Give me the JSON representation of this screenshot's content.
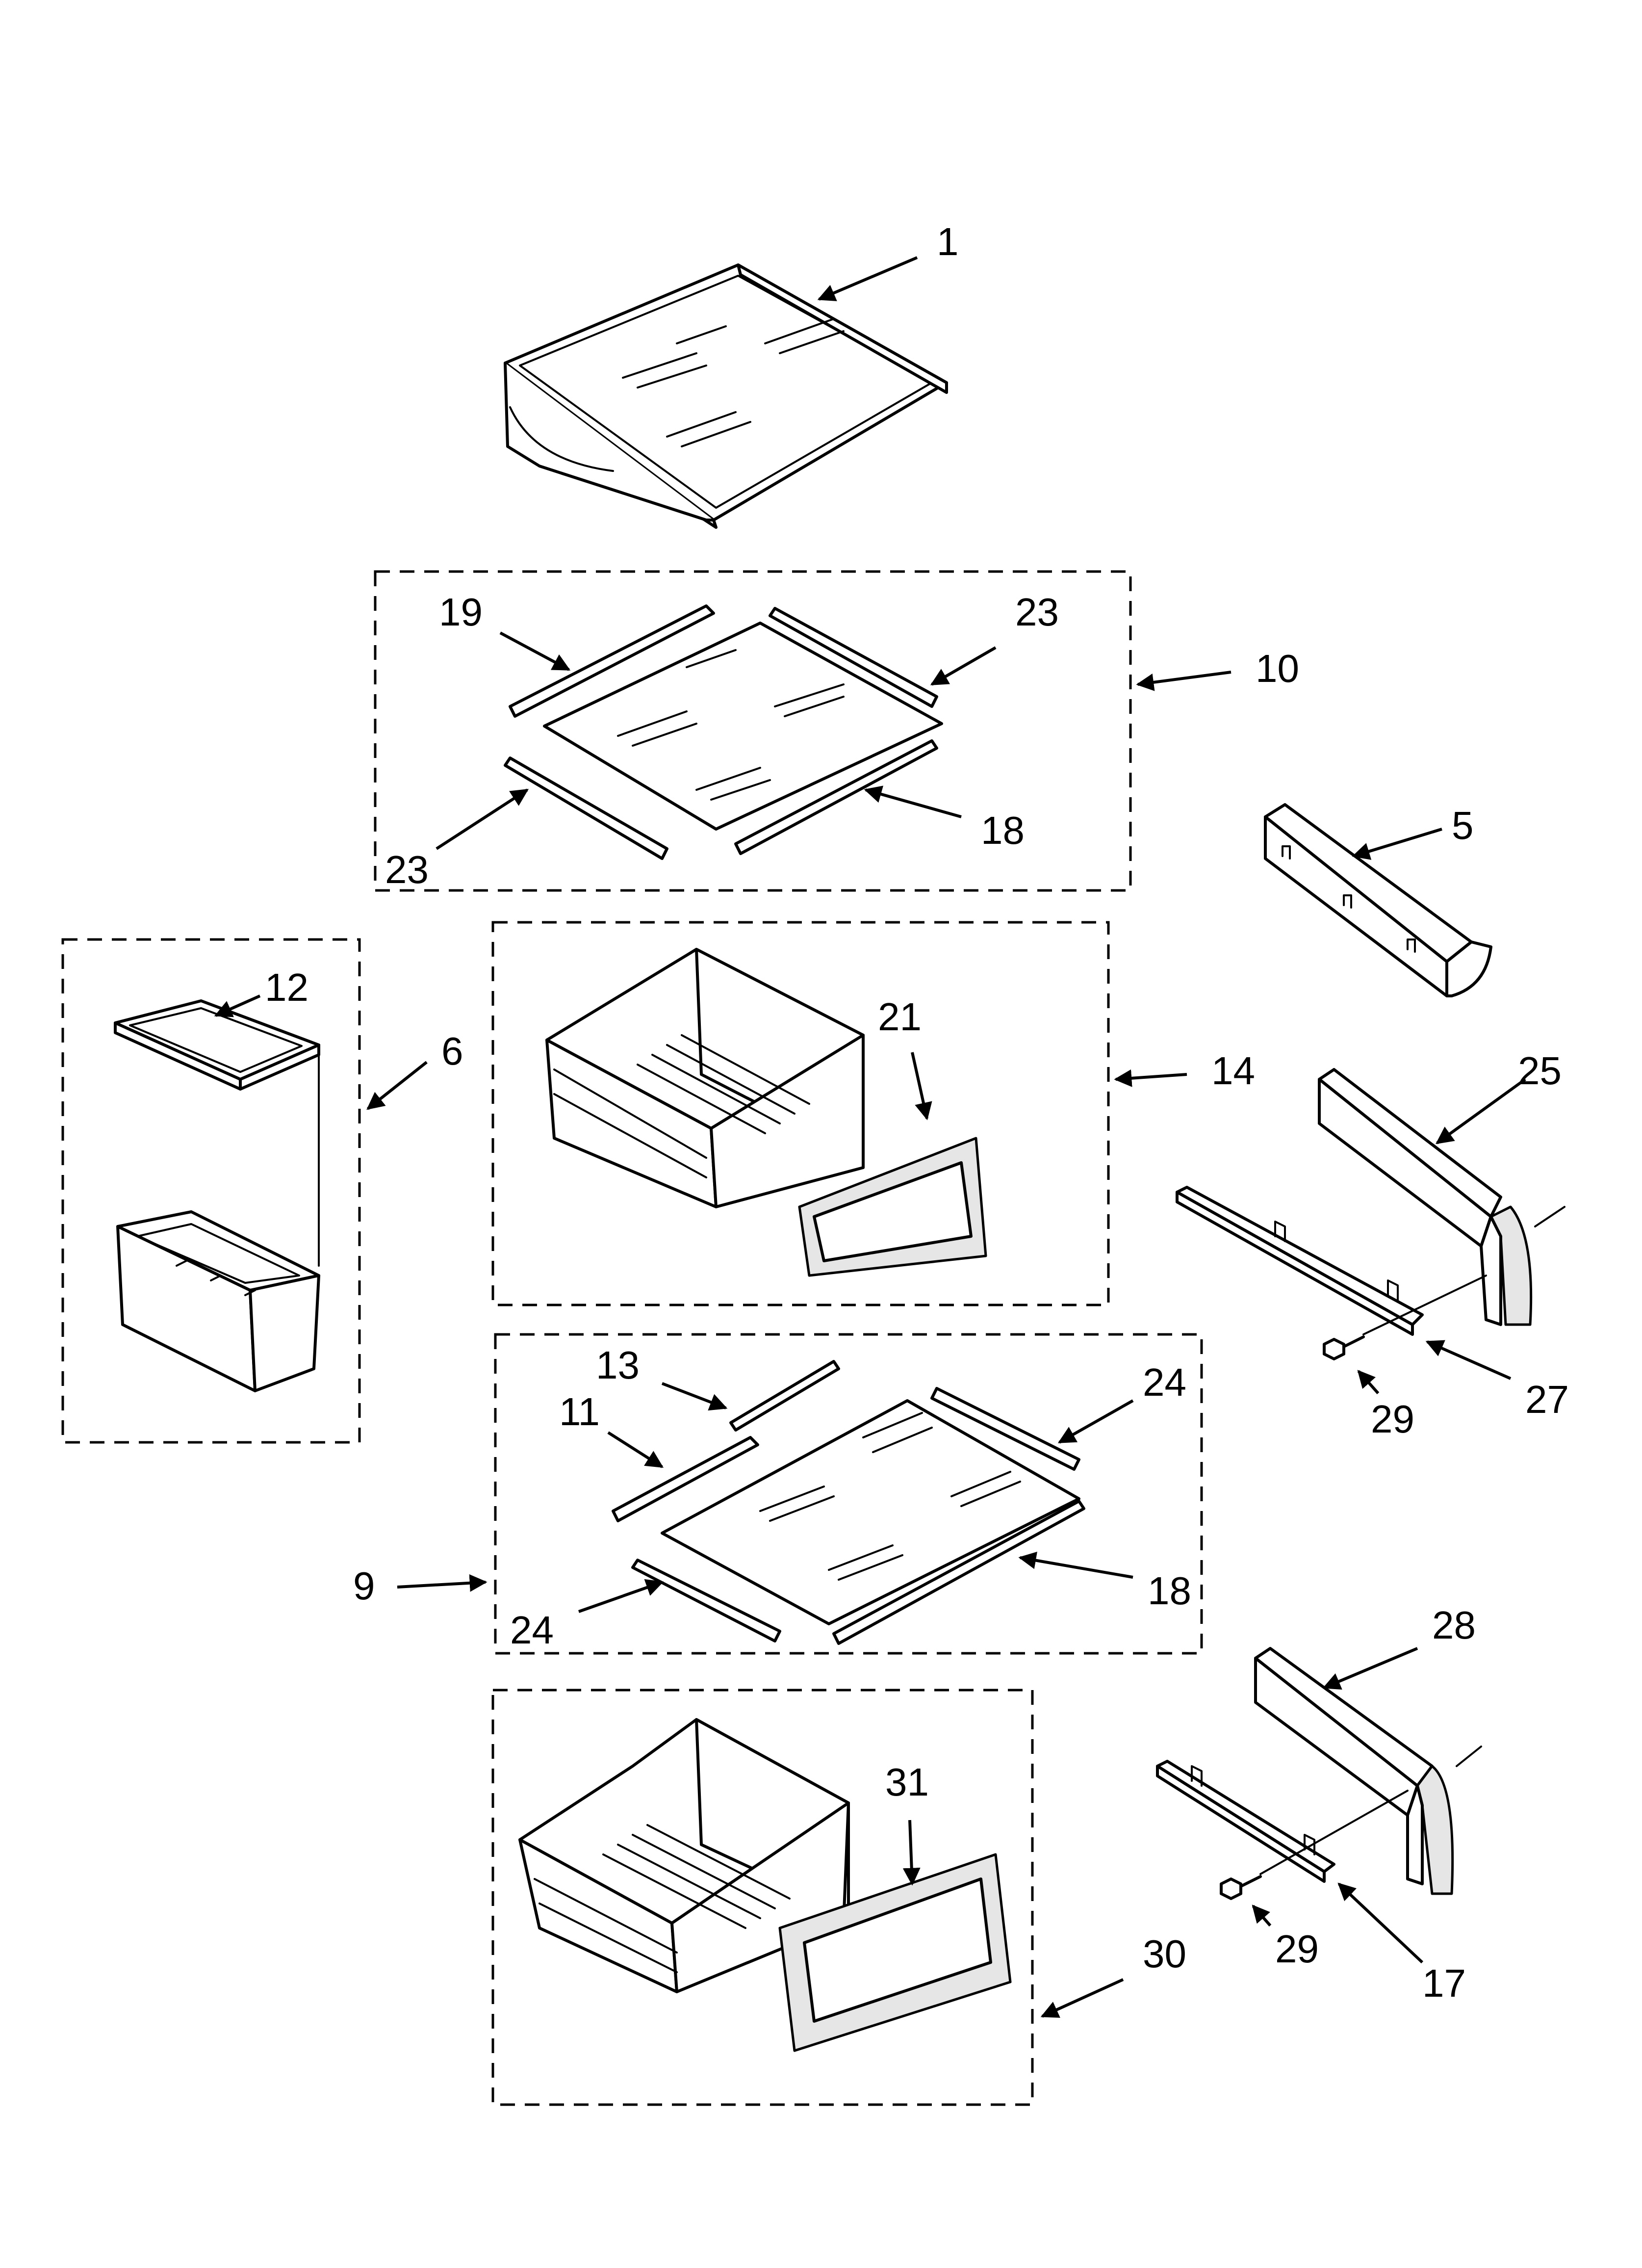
{
  "callouts": {
    "c1": "1",
    "c5": "5",
    "c6": "6",
    "c9": "9",
    "c10": "10",
    "c11": "11",
    "c12": "12",
    "c13": "13",
    "c14": "14",
    "c17": "17",
    "c18a": "18",
    "c18b": "18",
    "c19": "19",
    "c21": "21",
    "c23a": "23",
    "c23b": "23",
    "c24a": "24",
    "c24b": "24",
    "c25": "25",
    "c27": "27",
    "c28": "28",
    "c29a": "29",
    "c29b": "29",
    "c30": "30",
    "c31": "31"
  }
}
